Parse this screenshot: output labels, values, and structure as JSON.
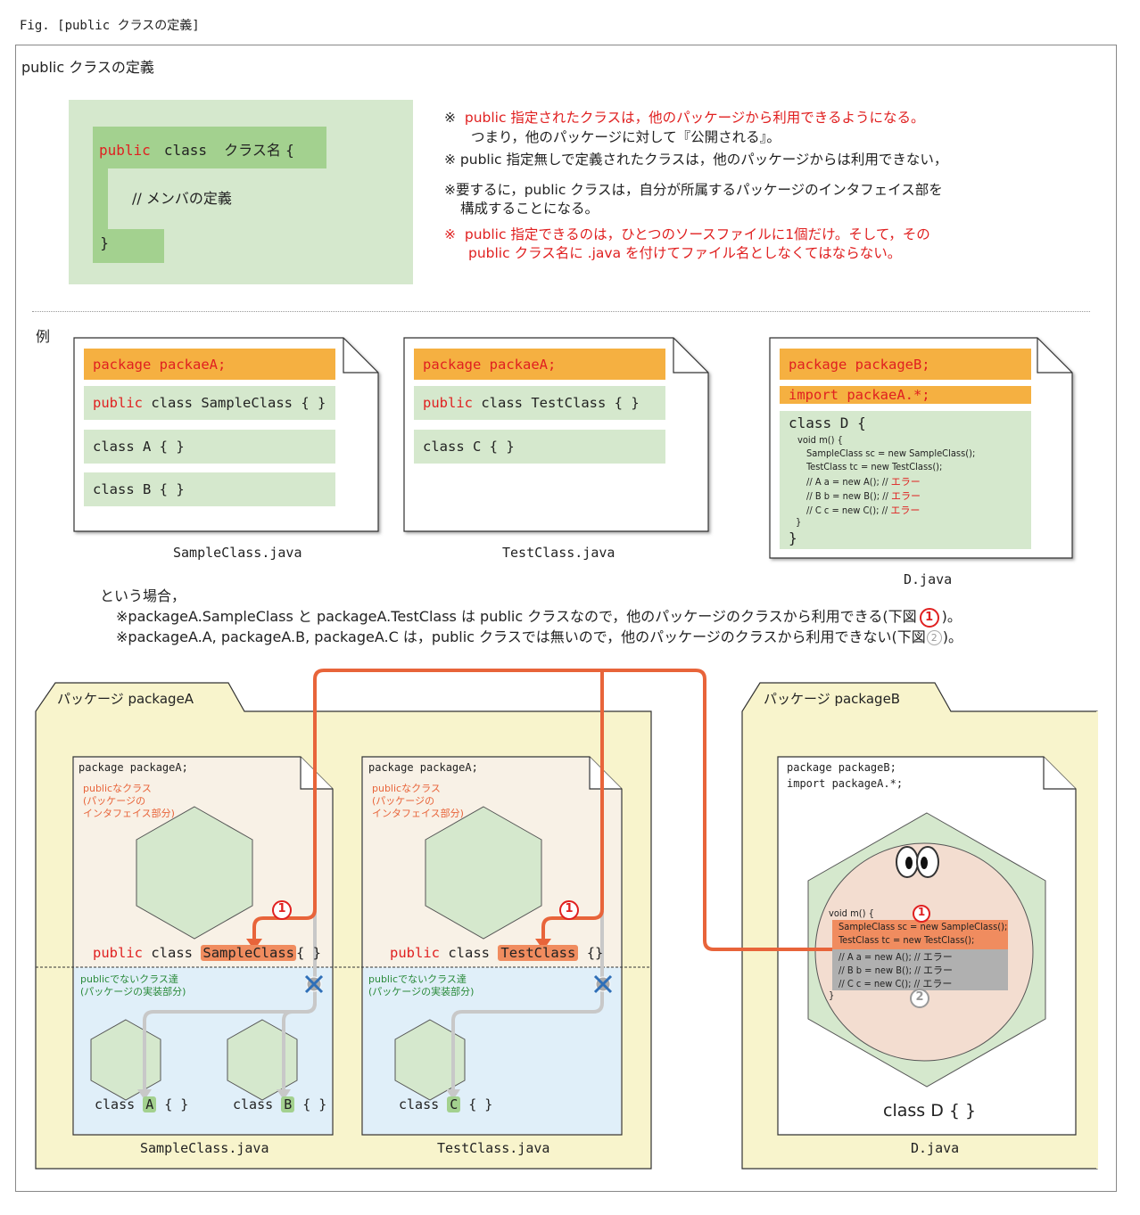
{
  "caption": "Fig. [public クラスの定義]",
  "section_title": "public クラスの定義",
  "syntax": {
    "keyword_public": "public",
    "keyword_class": "class",
    "class_name": "クラス名 {",
    "member_comment": "// メンバの定義",
    "close_brace": "}"
  },
  "notes": {
    "n1_mark": "※",
    "n1_line1": "public 指定されたクラスは，他のパッケージから利用できるようになる。",
    "n1_line2": "つまり，他のパッケージに対して『公開される』。",
    "n2": "※ public 指定無しで定義されたクラスは，他のパッケージからは利用できない，",
    "n3_line1": "※要するに，public クラスは，自分が所属するパッケージのインタフェイス部を",
    "n3_line2": "構成することになる。",
    "n4_mark": "※",
    "n4_line1": "public 指定できるのは，ひとつのソースファイルに1個だけ。そして，その",
    "n4_line2": "public クラス名に .java を付けてファイル名としなくてはならない。"
  },
  "example_label": "例",
  "files": {
    "sample": {
      "package_line": "package  packaeA;",
      "public_kw": "public",
      "public_rest": "class SampleClass { }",
      "class_a": "class A { }",
      "class_b": "class B { }",
      "filename": "SampleClass.java"
    },
    "test": {
      "package_line": "package  packaeA;",
      "public_kw": "public",
      "public_rest": "class TestClass { }",
      "class_c": "class C { }",
      "filename": "TestClass.java"
    },
    "d": {
      "package_line": "package  packageB;",
      "import_line": "import  packaeA.*;",
      "class_line": "class D {",
      "method_line": "void m() {",
      "l1": "SampleClass sc = new SampleClass();",
      "l2": "TestClass    tc = new    TestClass();",
      "l3_code": "// A a = new A(); // ",
      "l4_code": "// B b = new B(); // ",
      "l5_code": "// C c = new C(); // ",
      "error": "エラー",
      "close_method": "}",
      "close_class": "}",
      "filename": "D.java"
    }
  },
  "explanation": {
    "line1": "という場合，",
    "line2_a": "※packageA.SampleClass と packageA.TestClass は public クラスなので，他のパッケージのクラスから利用できる(下図",
    "line2_b": ")。",
    "line3_a": "※packageA.A, packageA.B, packageA.C は，public クラスでは無いので，他のパッケージのクラスから利用できない(下図",
    "line3_b": ")。",
    "mark1": "1",
    "mark2": "2"
  },
  "diagram": {
    "pkgA_label": "パッケージ packageA",
    "pkgB_label": "パッケージ packageB",
    "fileA1": {
      "package_line": "package packageA;",
      "public_note_1": "publicなクラス",
      "public_note_2": "(パッケージの",
      "public_note_3": "インタフェイス部分)",
      "decl_public": "public",
      "decl_class": "class",
      "decl_name": "SampleClass",
      "decl_end": "{ }",
      "nonpublic_note_1": "publicでないクラス達",
      "nonpublic_note_2": "(パッケージの実装部分)",
      "class_kw": "class",
      "a_name": "A",
      "b_name": "B",
      "brace": "{ }",
      "filename": "SampleClass.java"
    },
    "fileA2": {
      "package_line": "package packageA;",
      "public_note_1": "publicなクラス",
      "public_note_2": "(パッケージの",
      "public_note_3": "インタフェイス部分)",
      "decl_public": "public",
      "decl_class": "class",
      "decl_name": "TestClass",
      "decl_end": "{}",
      "nonpublic_note_1": "publicでないクラス達",
      "nonpublic_note_2": "(パッケージの実装部分)",
      "class_kw": "class",
      "c_name": "C",
      "brace": "{ }",
      "filename": "TestClass.java"
    },
    "fileB": {
      "package_line": "package packageB;",
      "import_line": "import packageA.*;",
      "method": "void m() {",
      "l1": "SampleClass sc = new SampleClass();",
      "l2": "TestClass   tc = new    TestClass();",
      "l3": "// A a = new A(); // エラー",
      "l4": "// B b = new B(); // エラー",
      "l5": "// C c = new C(); // エラー",
      "close": "}",
      "class_d": "class D { }",
      "filename": "D.java"
    },
    "mark1": "1",
    "mark2": "2"
  },
  "colors": {
    "light_green": "#d5e8cd",
    "mid_green": "#a3d18f",
    "orange": "#f5b041",
    "red": "#e02020",
    "arrow_orange": "#e8643a",
    "folder_yellow": "#f8f4cc",
    "impl_blue": "#e0eff9",
    "iface_beige": "#f8f1e6"
  }
}
